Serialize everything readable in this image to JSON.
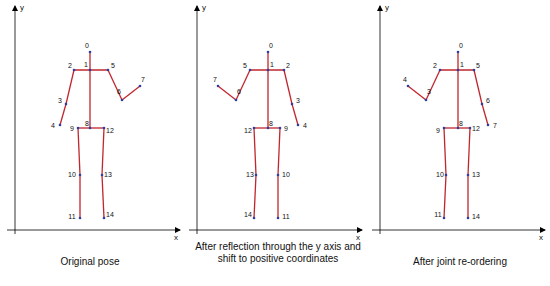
{
  "diagram": {
    "labels": [
      "y",
      "x",
      "0",
      "1",
      "2",
      "3",
      "4",
      "5",
      "6",
      "7",
      "8",
      "9",
      "10",
      "11",
      "12",
      "13",
      "14",
      "Original pose",
      "y",
      "x",
      "0",
      "1",
      "2",
      "3",
      "4",
      "5",
      "6",
      "7",
      "8",
      "9",
      "10",
      "11",
      "12",
      "13",
      "14",
      "After reflection through the y axis and shift to positive coordinates",
      "y",
      "x",
      "0",
      "1",
      "2",
      "3",
      "4",
      "5",
      "6",
      "7",
      "8",
      "9",
      "10",
      "11",
      "12",
      "13",
      "14",
      "After joint re-ordering"
    ]
  }
}
